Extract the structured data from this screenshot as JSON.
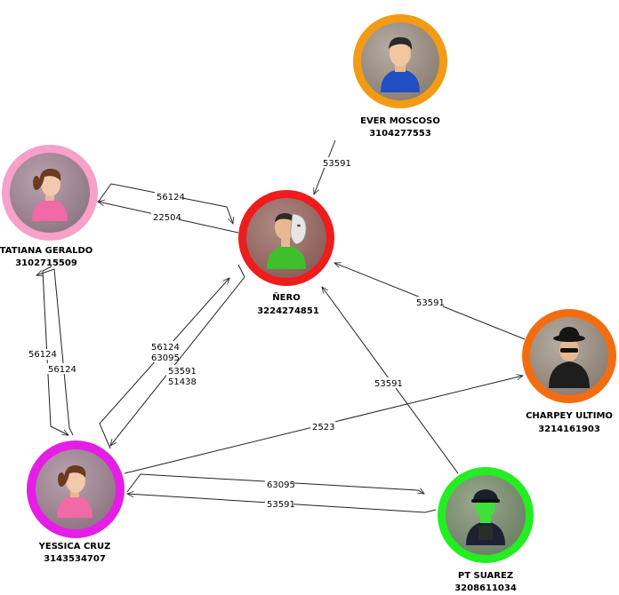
{
  "nodes": [
    {
      "id": "ever",
      "name": "EVER MOSCOSO",
      "phone": "3104277553",
      "ring": "#f39b14",
      "avatar": "male-blue-shirt-avatar"
    },
    {
      "id": "tatiana",
      "name": "TATIANA GERALDO",
      "phone": "3102715509",
      "ring": "#f7a0c8",
      "avatar": "female-pink-avatar"
    },
    {
      "id": "nero",
      "name": "ÑERO",
      "phone": "3224274851",
      "ring": "#ee1c1c",
      "avatar": "masked-man-avatar"
    },
    {
      "id": "charpey",
      "name": "CHARPEY ULTIMO",
      "phone": "3214161903",
      "ring": "#f36d10",
      "avatar": "spy-hat-avatar"
    },
    {
      "id": "yessica",
      "name": "YESSICA CRUZ",
      "phone": "3143534707",
      "ring": "#e51ee5",
      "avatar": "female-pink-avatar"
    },
    {
      "id": "pt",
      "name": "PT SUAREZ",
      "phone": "3208611034",
      "ring": "#22ee22",
      "avatar": "police-officer-avatar"
    }
  ],
  "edges": [
    {
      "from": "ever",
      "to": "nero",
      "labels": [
        "53591"
      ]
    },
    {
      "from": "tatiana",
      "to": "nero",
      "labels": [
        "56124"
      ]
    },
    {
      "from": "nero",
      "to": "tatiana",
      "labels": [
        "22504"
      ]
    },
    {
      "from": "charpey",
      "to": "nero",
      "labels": [
        "53591"
      ]
    },
    {
      "from": "pt",
      "to": "nero",
      "labels": [
        "53591"
      ]
    },
    {
      "from": "yessica",
      "to": "nero",
      "labels": [
        "56124",
        "63095"
      ]
    },
    {
      "from": "nero",
      "to": "yessica",
      "labels": [
        "53591",
        "51438"
      ]
    },
    {
      "from": "tatiana",
      "to": "yessica",
      "labels": [
        "56124"
      ]
    },
    {
      "from": "yessica",
      "to": "tatiana",
      "labels": [
        "56124"
      ]
    },
    {
      "from": "yessica",
      "to": "charpey",
      "labels": [
        "2523"
      ]
    },
    {
      "from": "yessica",
      "to": "pt",
      "labels": [
        "63095"
      ]
    },
    {
      "from": "pt",
      "to": "yessica",
      "labels": [
        "53591"
      ]
    }
  ]
}
